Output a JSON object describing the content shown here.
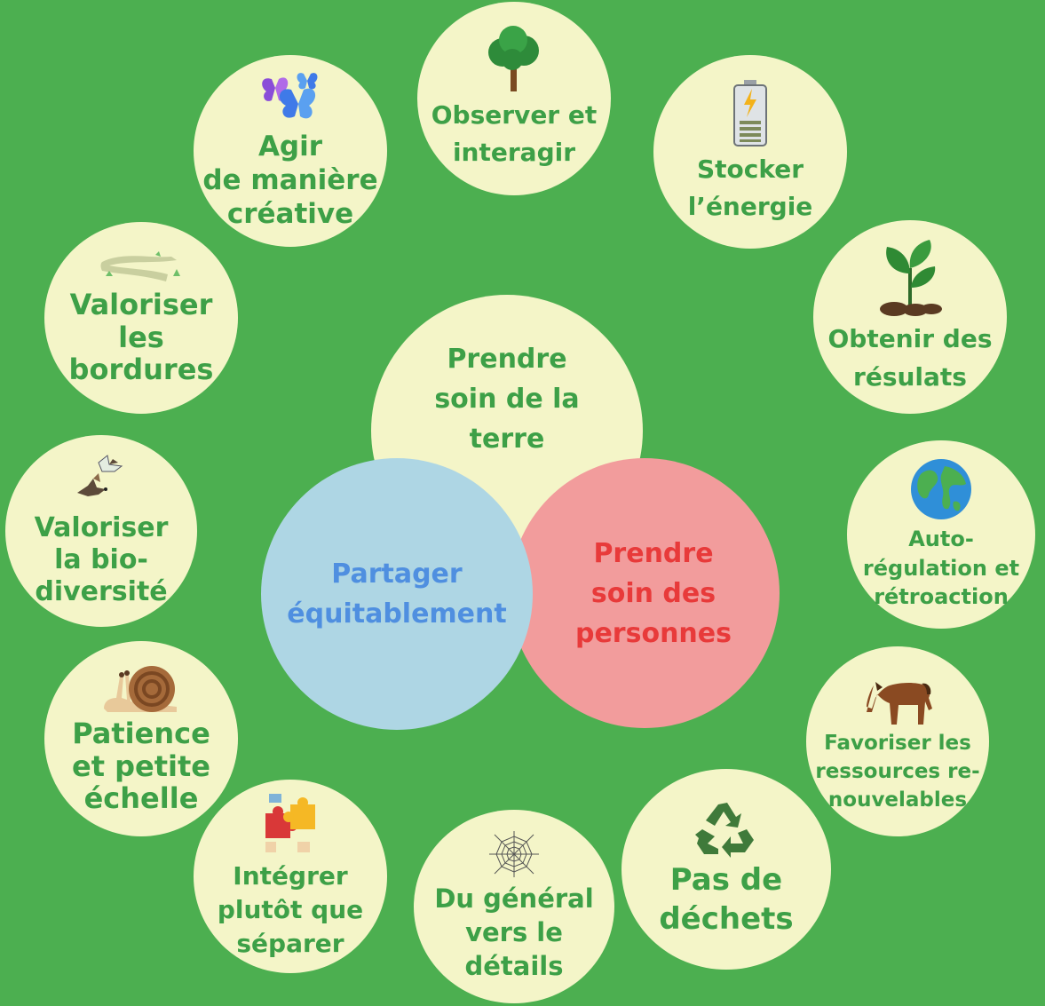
{
  "core": {
    "earth": "Prendre\nsoin de la\nterre",
    "share": "Partager\néquitablement",
    "people": "Prendre\nsoin des\npersonnes"
  },
  "principles": [
    {
      "label": "Observer et\ninteragir",
      "icon": "tree-icon"
    },
    {
      "label": "Stocker\nl’énergie",
      "icon": "battery-icon"
    },
    {
      "label": "Obtenir des\nrésulats",
      "icon": "sprout-icon"
    },
    {
      "label": "Auto-\nrégulation et\nrétroaction",
      "icon": "globe-icon"
    },
    {
      "label": "Favoriser les\nressources re-\nnouvelables",
      "icon": "horse-icon"
    },
    {
      "label": "Pas de\ndéchets",
      "icon": "recycle-icon"
    },
    {
      "label": "Du général\nvers le\ndétails",
      "icon": "spiderweb-icon"
    },
    {
      "label": "Intégrer\nplutôt que\nséparer",
      "icon": "puzzle-icon"
    },
    {
      "label": "Patience\net petite\néchelle",
      "icon": "snail-icon"
    },
    {
      "label": "Valoriser\nla bio-\ndiversité",
      "icon": "birds-icon"
    },
    {
      "label": "Valoriser\nles\nbordures",
      "icon": "path-icon"
    },
    {
      "label": "Agir\nde manière\ncréative",
      "icon": "butterfly-icon"
    }
  ],
  "colors": {
    "background": "#4caf50",
    "circle": "#f4f5c8",
    "text_green": "#3da047",
    "share_fill": "#aed6e4",
    "share_text": "#4f8fe0",
    "people_fill": "#f29c9c",
    "people_text": "#e83a3a"
  }
}
